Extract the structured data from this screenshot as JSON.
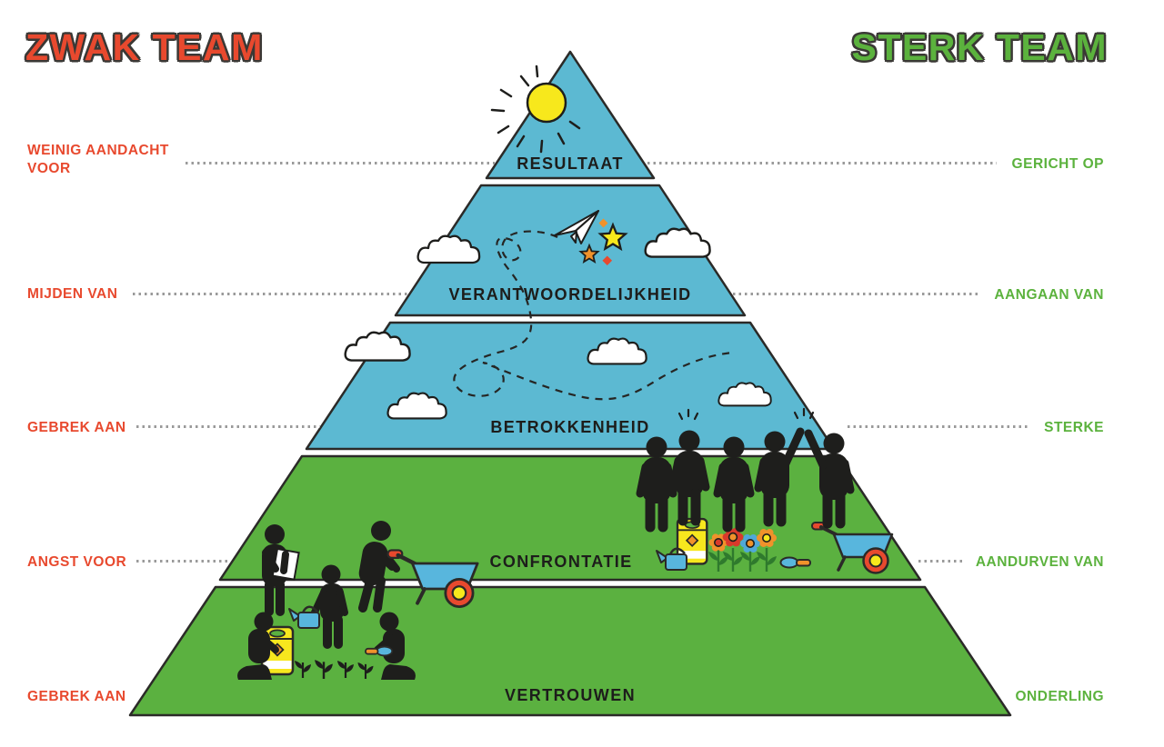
{
  "titles": {
    "weak": "ZWAK TEAM",
    "strong": "STERK TEAM"
  },
  "pyramid": {
    "layers": [
      {
        "name": "RESULTAAT",
        "weak_label": "WEINIG AANDACHT VOOR",
        "strong_label": "GERICHT OP"
      },
      {
        "name": "VERANTWOORDELIJKHEID",
        "weak_label": "MIJDEN VAN",
        "strong_label": "AANGAAN VAN"
      },
      {
        "name": "BETROKKENHEID",
        "weak_label": "GEBREK AAN",
        "strong_label": "STERKE"
      },
      {
        "name": "CONFRONTATIE",
        "weak_label": "ANGST VOOR",
        "strong_label": "AANDURVEN VAN"
      },
      {
        "name": "VERTROUWEN",
        "weak_label": "GEBREK AAN",
        "strong_label": "ONDERLING"
      }
    ]
  },
  "colors": {
    "weak_red": "#e8492e",
    "strong_green": "#5bb23d",
    "sky_blue": "#5cb9d2",
    "grass_green": "#5bb140",
    "outline_dark": "#2b2a28",
    "sun_yellow": "#f7e81c",
    "leader_dots_gray": "#9a9a9a"
  }
}
